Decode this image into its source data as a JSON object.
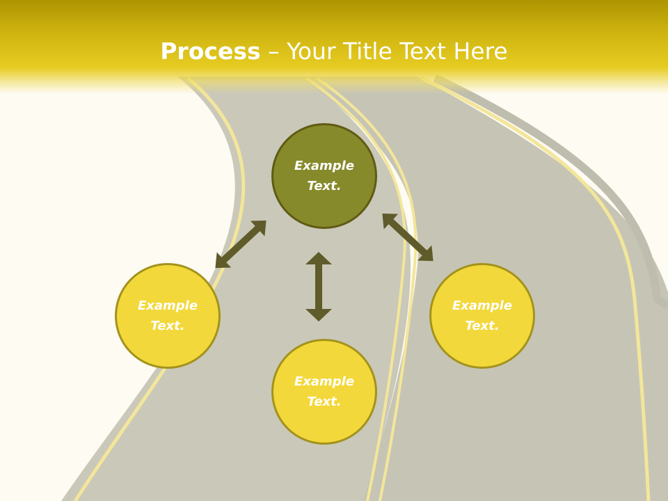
{
  "title": {
    "bold": "Process",
    "dash": " – ",
    "rest": "Your Title Text Here"
  },
  "nodes": {
    "top": "Example Text.",
    "left": "Example Text.",
    "bottom": "Example Text.",
    "right": "Example Text."
  },
  "colors": {
    "header": "#e6cc22",
    "background": "#fdfbf2",
    "road": "#c9c8b9",
    "road_line": "#f3e69a",
    "dark_node": "#878a2b",
    "light_node": "#f3d83b",
    "arrow": "#5f5b2a"
  }
}
